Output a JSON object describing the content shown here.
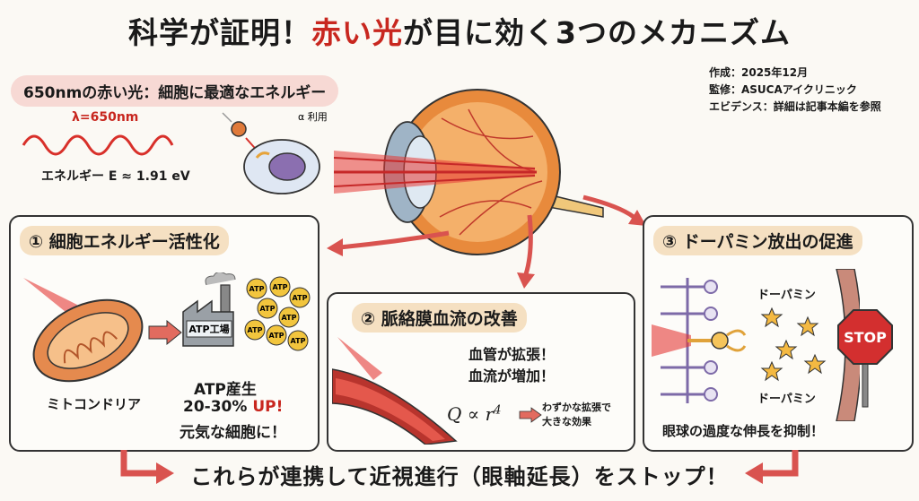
{
  "header": {
    "title_pre": "科学が証明！",
    "title_red": "赤い光",
    "title_post": "が目に効く3つのメカニズム"
  },
  "intro": {
    "pill": "650nmの赤い光：細胞に最適なエネルギー",
    "wavelength": "λ=650nm",
    "energy": "エネルギー E ≈ 1.91 eV",
    "cell_note": "α 利用"
  },
  "meta": {
    "author": "作成：2025年12月",
    "supervisor": "監修：ASUCAアイクリニック",
    "evidence": "エビデンス：詳細は記事本編を参照"
  },
  "panel1": {
    "title": "① 細胞エネルギー活性化",
    "mito_label": "ミトコンドリア",
    "factory_label": "ATP工場",
    "atp_token": "ATP",
    "result_line1": "ATP産生",
    "result_line2_pre": "20-30% ",
    "result_line2_red": "UP!",
    "result_line3": "元気な細胞に！"
  },
  "panel2": {
    "title": "② 脈絡膜血流の改善",
    "line1": "血管が拡張！",
    "line2": "血流が増加！",
    "formula_main": "Q ∝ r",
    "formula_exp": "4",
    "note1": "わずかな拡張で",
    "note2": "大きな効果"
  },
  "panel3": {
    "title": "③ ドーパミン放出の促進",
    "dopamine_top": "ドーパミン",
    "dopamine_bottom": "ドーパミン",
    "stop_sign": "STOP",
    "result": "眼球の過度な伸長を抑制！"
  },
  "footer": {
    "text": "これらが連携して近視進行（眼軸延長）をストップ！"
  },
  "colors": {
    "accent_red": "#c8271f",
    "pill_bg": "#f7d9d4",
    "title_pill_bg": "#f5e0c2",
    "arrow": "#d9534f"
  }
}
